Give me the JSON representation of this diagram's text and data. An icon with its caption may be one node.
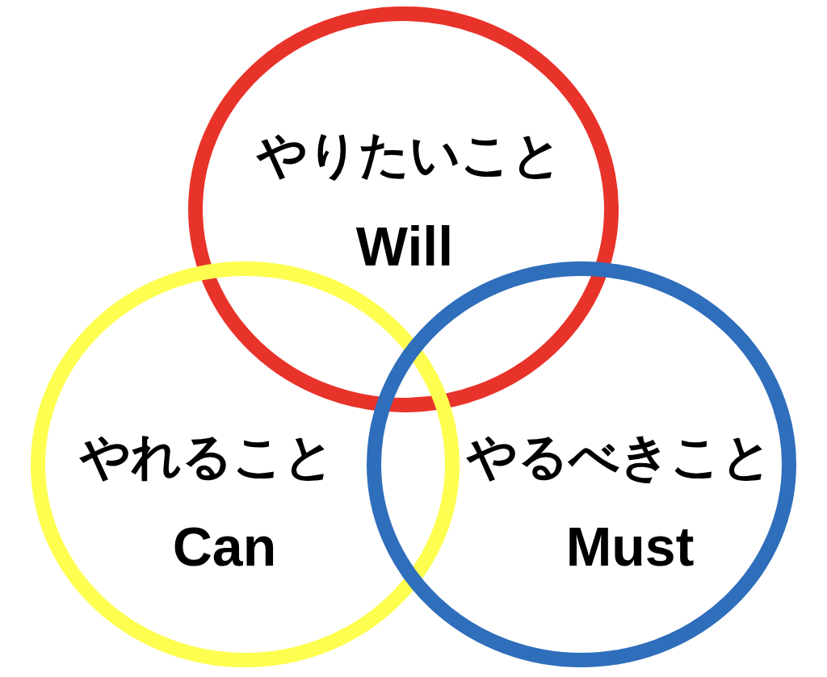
{
  "diagram": {
    "nodes": [
      {
        "text": [
          "やりたいこと",
          "Will"
        ]
      },
      {
        "text": [
          "やれること",
          "Can"
        ]
      },
      {
        "text": [
          "やるべきこと",
          "Must"
        ]
      }
    ]
  }
}
